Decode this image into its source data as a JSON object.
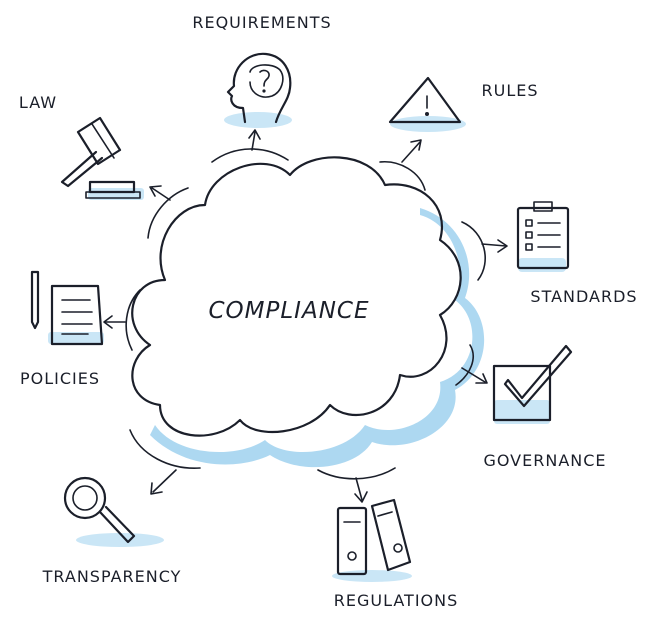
{
  "center": {
    "label": "COMPLIANCE"
  },
  "items": [
    {
      "id": "requirements",
      "label": "REQUIREMENTS",
      "icon": "head-question-icon"
    },
    {
      "id": "rules",
      "label": "RULES",
      "icon": "warning-triangle-icon"
    },
    {
      "id": "standards",
      "label": "STANDARDS",
      "icon": "checklist-clipboard-icon"
    },
    {
      "id": "governance",
      "label": "GOVERNANCE",
      "icon": "checkbox-check-icon"
    },
    {
      "id": "regulations",
      "label": "REGULATIONS",
      "icon": "binders-icon"
    },
    {
      "id": "transparency",
      "label": "TRANSPARENCY",
      "icon": "magnifier-icon"
    },
    {
      "id": "policies",
      "label": "POLICIES",
      "icon": "document-pen-icon"
    },
    {
      "id": "law",
      "label": "LAW",
      "icon": "gavel-icon"
    }
  ],
  "colors": {
    "ink": "#1b1f2a",
    "wash": "#9fd1ee"
  }
}
